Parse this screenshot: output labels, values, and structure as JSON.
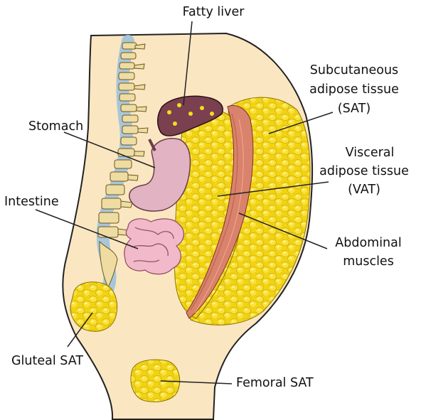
{
  "labels": {
    "fatty_liver": "Fatty liver",
    "sat_line1": "Subcutaneous",
    "sat_line2": "adipose tissue",
    "sat_line3": "(SAT)",
    "stomach": "Stomach",
    "vat_line1": "Visceral",
    "vat_line2": "adipose tissue",
    "vat_line3": "(VAT)",
    "intestine": "Intestine",
    "muscles_line1": "Abdominal",
    "muscles_line2": "muscles",
    "gluteal_sat": "Gluteal SAT",
    "femoral_sat": "Femoral SAT"
  },
  "colors": {
    "skin": "#fbe6c2",
    "outline": "#222222",
    "fat": "#f5dc1a",
    "fat_highlight": "#fff37a",
    "liver": "#7a4050",
    "stomach": "#e2b3c2",
    "intestine": "#f1b9c9",
    "muscle": "#d9826c",
    "bone": "#efdca2",
    "disc": "#a9c6d8"
  }
}
